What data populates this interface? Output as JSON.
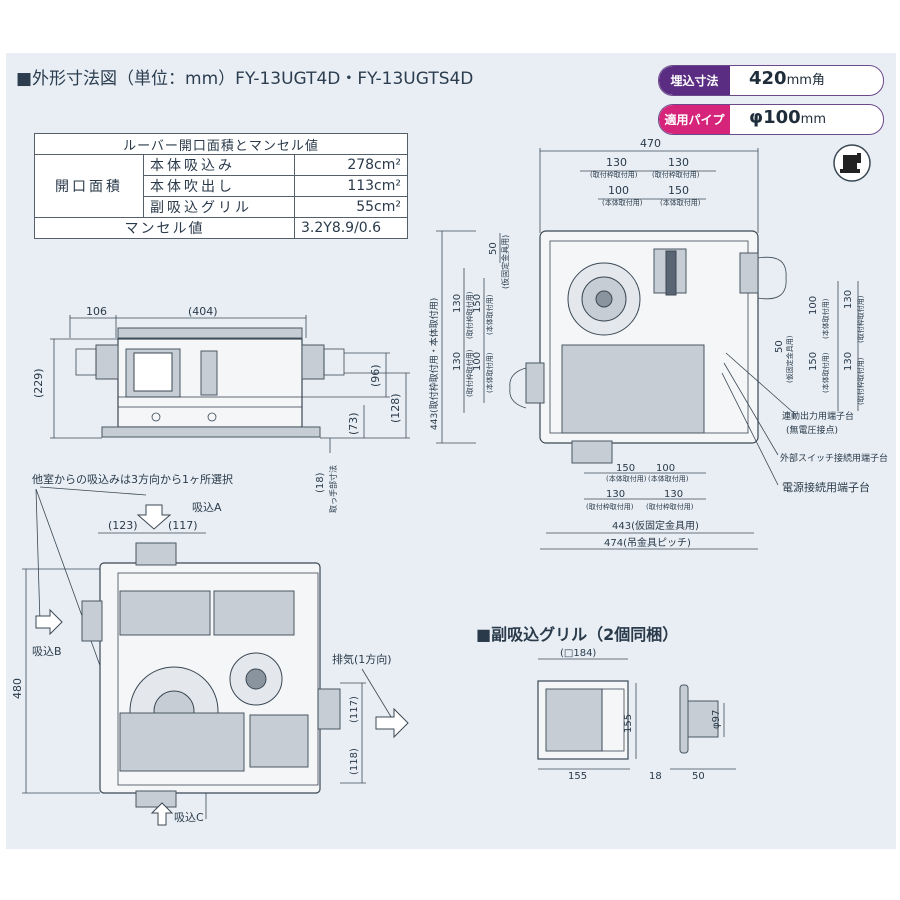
{
  "title": "■外形寸法図（単位：mm）FY-13UGT4D・FY-13UGTS4D",
  "specs": [
    {
      "label": "埋込寸法",
      "value": "420",
      "unit": "mm角",
      "color": "#5a2d82"
    },
    {
      "label": "適用パイプ",
      "value": "φ100",
      "unit": "mm",
      "color": "#d6247a"
    }
  ],
  "louver_table": {
    "header": "ルーバー開口面積とマンセル値",
    "group": "開口面積",
    "rows": [
      {
        "label": "本体吸込み",
        "value": "278cm²"
      },
      {
        "label": "本体吹出し",
        "value": "113cm²"
      },
      {
        "label": "副吸込グリル",
        "value": "55cm²"
      }
    ],
    "munsell_label": "マンセル値",
    "munsell_value": "3.2Y8.9/0.6"
  },
  "side_view": {
    "dims": [
      "106",
      "(404)",
      "(229)",
      "(96)",
      "(128)",
      "(73)",
      "(18)"
    ],
    "note": "取っ手部寸法"
  },
  "top_view": {
    "dims_top": [
      "470",
      "130",
      "130",
      "(取付枠取付用)",
      "(取付枠取付用)",
      "100",
      "150",
      "(本体取付用)",
      "(本体取付用)"
    ],
    "dims_left": [
      "50",
      "(仮固定金具用)",
      "443(取付枠取付用・本体取付用)",
      "130",
      "(取付枠取付用)",
      "150",
      "(本体取付用)",
      "130",
      "(取付枠取付用)",
      "100",
      "(本体取付用)"
    ],
    "dims_right": [
      "130",
      "(取付枠取付用)",
      "100",
      "(本体取付用)",
      "50",
      "(仮固定金具用)",
      "150",
      "(本体取付用)",
      "130",
      "(取付枠取付用)"
    ],
    "dims_bottom": [
      "150",
      "(本体取付用)",
      "100",
      "(本体取付用)",
      "130",
      "(取付枠取付用)",
      "130",
      "(取付枠取付用)",
      "443(仮固定金具用)",
      "474(吊金具ピッチ)"
    ],
    "callouts": [
      "連動出力用端子台",
      "(無電圧接点)",
      "外部スイッチ接続用端子台",
      "電源接続用端子台"
    ]
  },
  "plan_view": {
    "note": "他室からの吸込みは3方向から1ヶ所選択",
    "labels": {
      "a": "吸込A",
      "b": "吸込B",
      "c": "吸込C",
      "exhaust": "排気(1方向)"
    },
    "dims": [
      "(123)",
      "(117)",
      "480",
      "(117)",
      "(118)"
    ]
  },
  "grille": {
    "title": "■副吸込グリル（2個同梱）",
    "dims": [
      "(□184)",
      "155",
      "155",
      "φ97",
      "18",
      "50"
    ]
  }
}
